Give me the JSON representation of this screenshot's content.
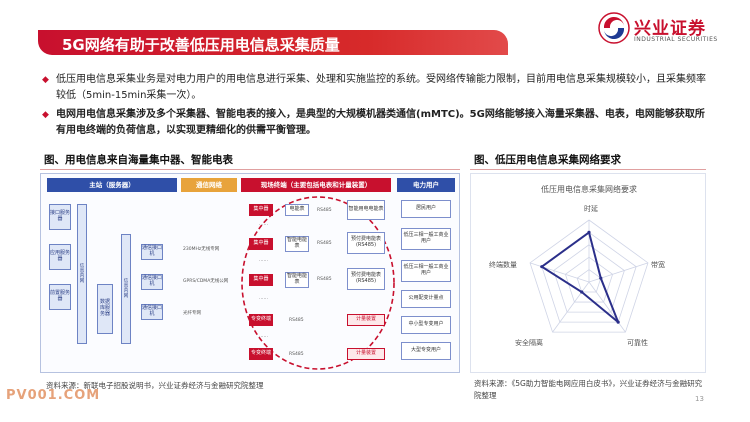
{
  "header": {
    "title": "5G网络有助于改善低压用电信息采集质量"
  },
  "logo": {
    "name": "兴业证券",
    "english": "INDUSTRIAL SECURITIES",
    "icon": "swirl-logo-icon",
    "brand_color": "#c8102e"
  },
  "bullets": [
    {
      "text": "低压用电信息采集业务是对电力用户的用电信息进行采集、处理和实施监控的系统。受网络传输能力限制，目前用电信息采集规模较小，且采集频率较低（5min-15min采集一次）。",
      "bold": false
    },
    {
      "text": "电网用电信息采集涉及多个采集器、智能电表的接入，是典型的大规模机器类通信(mMTC)。5G网络能够接入海量采集器、电表，电网能够获取所有用电终端的负荷信息，以实现更精细化的供需平衡管理。",
      "bold": true
    }
  ],
  "figure_left": {
    "title": "图、用电信息来自海量集中器、智能电表",
    "columns": [
      "主站（服务器）",
      "通信网络",
      "现场终端（主要包括电表和计量装置）",
      "电力用户"
    ],
    "servers": [
      "接口服务器",
      "应用服务器",
      "前置服务器"
    ],
    "bus_labels": [
      "信息内网",
      "数据库服务器",
      "信息内网"
    ],
    "comm_boxes": [
      "通信接口机",
      "通信接口机",
      "通信接口机"
    ],
    "networks": [
      "230MHz无线专网",
      "GPRS/CDMA无线公网",
      "光纤专网"
    ],
    "concentrators": [
      "集中器",
      "集中器",
      "集中器",
      "专变终端",
      "专变终端"
    ],
    "meters_a": [
      "电能表",
      "智能电能表",
      "智能电能表",
      "RS485",
      "RS485"
    ],
    "meters_b": [
      "智能用电电能表",
      "预付费电能表(RS485)",
      "预付费电能表(RS485)",
      "计量装置",
      "计量装置"
    ],
    "users": [
      "居民用户",
      "低压三相一般工商业用户",
      "低压三相一般工商业用户",
      "公用配变计量点",
      "中小型专变用户",
      "大型专变用户"
    ],
    "link_label": "RS485",
    "ellipsis": "……",
    "source": "资料来源：新联电子招股说明书，兴业证券经济与金融研究院整理"
  },
  "figure_right": {
    "title": "图、低压用电信息采集网络要求",
    "source": "资料来源：《5G助力智能电网应用白皮书》，兴业证券经济与金融研究院整理"
  },
  "chart_data": {
    "type": "radar",
    "title": "低压用电信息采集网络要求",
    "axes": [
      "时延",
      "带宽",
      "可靠性",
      "安全隔离",
      "终端数量"
    ],
    "max": 5,
    "values": [
      4,
      1,
      4,
      1,
      4
    ],
    "colors": {
      "series": "#2b2f8a",
      "grid": "#cfd4e6"
    }
  },
  "page_number": "13",
  "watermark": "PV001.COM"
}
